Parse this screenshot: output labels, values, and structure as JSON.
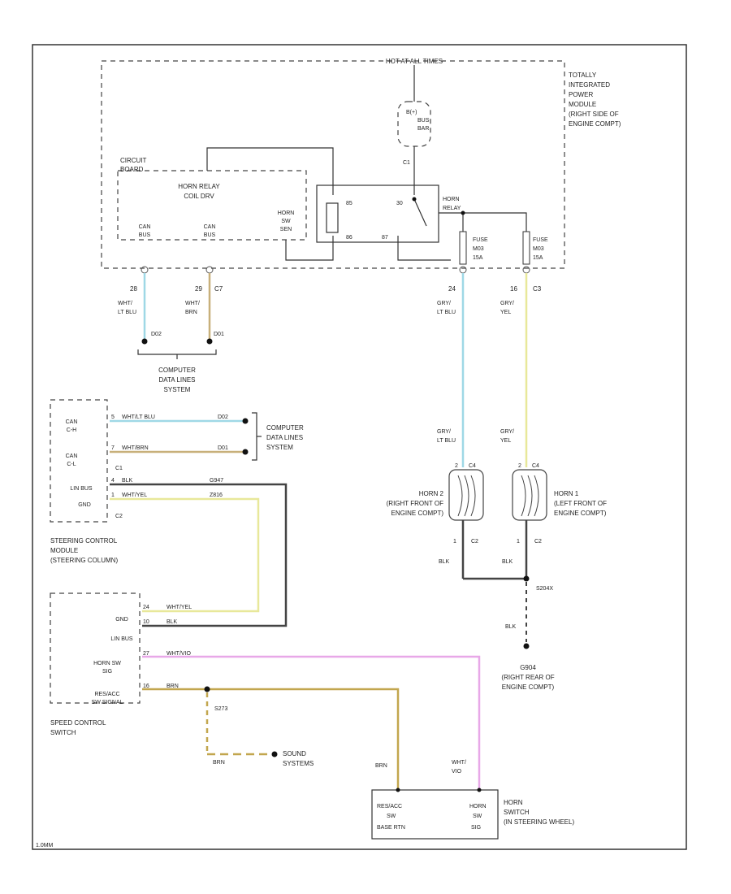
{
  "ipm": {
    "header": "HOT AT ALL TIMES",
    "name": [
      "TOTALLY",
      "INTEGRATED",
      "POWER",
      "MODULE",
      "(RIGHT SIDE OF",
      "ENGINE COMPT)"
    ],
    "busbar": [
      "B(+)",
      "BUS",
      "BAR"
    ],
    "circuit_board": [
      "CIRCUIT",
      "BOARD"
    ],
    "horn_relay_coil": [
      "HORN RELAY",
      "COIL DRV"
    ],
    "can_h": [
      "CAN",
      "BUS"
    ],
    "can_l": [
      "CAN",
      "BUS"
    ],
    "horn_sw": [
      "HORN",
      "SW",
      "SEN"
    ],
    "relay_pin_85": "85",
    "relay_pin_30": "30",
    "relay_pin_86": "86",
    "relay_pin_87": "87",
    "horn_relay": [
      "HORN",
      "RELAY"
    ],
    "c1": "C1",
    "fuse_left": [
      "FUSE",
      "M03",
      "15A"
    ],
    "fuse_right": [
      "FUSE",
      "M03",
      "15A"
    ],
    "pin_28": "28",
    "pin_29": "29",
    "c7": "C7",
    "pin_24": "24",
    "pin_16": "16",
    "c3": "C3",
    "wire_lt_blu": [
      "WHT/",
      "LT BLU"
    ],
    "wire_brn": [
      "WHT/",
      "BRN"
    ],
    "wire_gry_ltblu": [
      "GRY/",
      "LT BLU"
    ],
    "wire_gry_yel": [
      "GRY/",
      "YEL"
    ],
    "splice_d02": "D02",
    "splice_d01": "D01"
  },
  "computer_data_lines_top": [
    "COMPUTER",
    "DATA LINES",
    "SYSTEM"
  ],
  "scm": {
    "pins": [
      "CAN C-H",
      "CAN C-L",
      "LIN BUS",
      "GND"
    ],
    "pin_can_h": [
      "CAN",
      "C-H"
    ],
    "pin_can_l": [
      "CAN",
      "C-L"
    ],
    "pin_lin": "LIN BUS",
    "pin_gnd": "GND",
    "c1": "C1",
    "c2": "C2",
    "w1_pin": "5",
    "w1_label": "WHT/LT BLU",
    "w1_splice": "D02",
    "w2_pin": "7",
    "w2_label": "WHT/BRN",
    "w2_splice": "D01",
    "w3_pin": "4",
    "w3_label": "BLK",
    "w3_code": "G947",
    "w4_pin": "1",
    "w4_label": "WHT/YEL",
    "w4_code": "Z816",
    "name": [
      "STEERING CONTROL",
      "MODULE",
      "(STEERING COLUMN)"
    ]
  },
  "computer_data_lines_mid": [
    "COMPUTER",
    "DATA LINES",
    "SYSTEM"
  ],
  "scs": {
    "gnd": "GND",
    "lin": "LIN BUS",
    "horn_sw": [
      "HORN SW",
      "SIG"
    ],
    "resume": [
      "RES/ACC",
      "SW SIGNAL"
    ],
    "p_gnd": "24",
    "p_lin": "10",
    "p_horn": "27",
    "p_res": "16",
    "w_gnd": "WHT/YEL",
    "w_lin": "BLK",
    "w_horn": "WHT/VIO",
    "w_res": "BRN",
    "splice": "S273",
    "name": [
      "SPEED CONTROL",
      "SWITCH"
    ]
  },
  "sound": {
    "wire": "BRN",
    "name": [
      "SOUND",
      "SYSTEMS"
    ]
  },
  "horn2": {
    "pin": "2",
    "conn": "C4",
    "name": [
      "HORN 2",
      "(RIGHT FRONT OF",
      "ENGINE COMPT)"
    ],
    "gnd_pin": "1",
    "gnd_conn": "C2",
    "wire_in": [
      "GRY/",
      "LT BLU"
    ],
    "wire_out": "BLK"
  },
  "horn1": {
    "pin": "2",
    "conn": "C4",
    "name": [
      "HORN 1",
      "(LEFT FRONT OF",
      "ENGINE COMPT)"
    ],
    "gnd_pin": "1",
    "gnd_conn": "C2",
    "wire_in": [
      "GRY/",
      "YEL"
    ],
    "wire_out": "BLK"
  },
  "ground": {
    "splice": "S204X",
    "wire": "BLK",
    "name": [
      "G904",
      "(RIGHT REAR OF",
      "ENGINE COMPT)"
    ]
  },
  "horn_switch": {
    "wire_left": "BRN",
    "wire_right": [
      "WHT/",
      "VIO"
    ],
    "left": [
      "RES/ACC",
      "SW",
      "BASE RTN"
    ],
    "right": [
      "HORN",
      "SW",
      "SIG"
    ],
    "name": [
      "HORN",
      "SWITCH",
      "(IN STEERING WHEEL)"
    ]
  },
  "corner_code": "1.0MM",
  "colors": {
    "lt_blu": "#9fd8e6",
    "brn": "#c8b07a",
    "yel": "#e8e89a",
    "blk": "#444444",
    "vio": "#e8a8e8",
    "res_brn": "#c2a64e"
  }
}
